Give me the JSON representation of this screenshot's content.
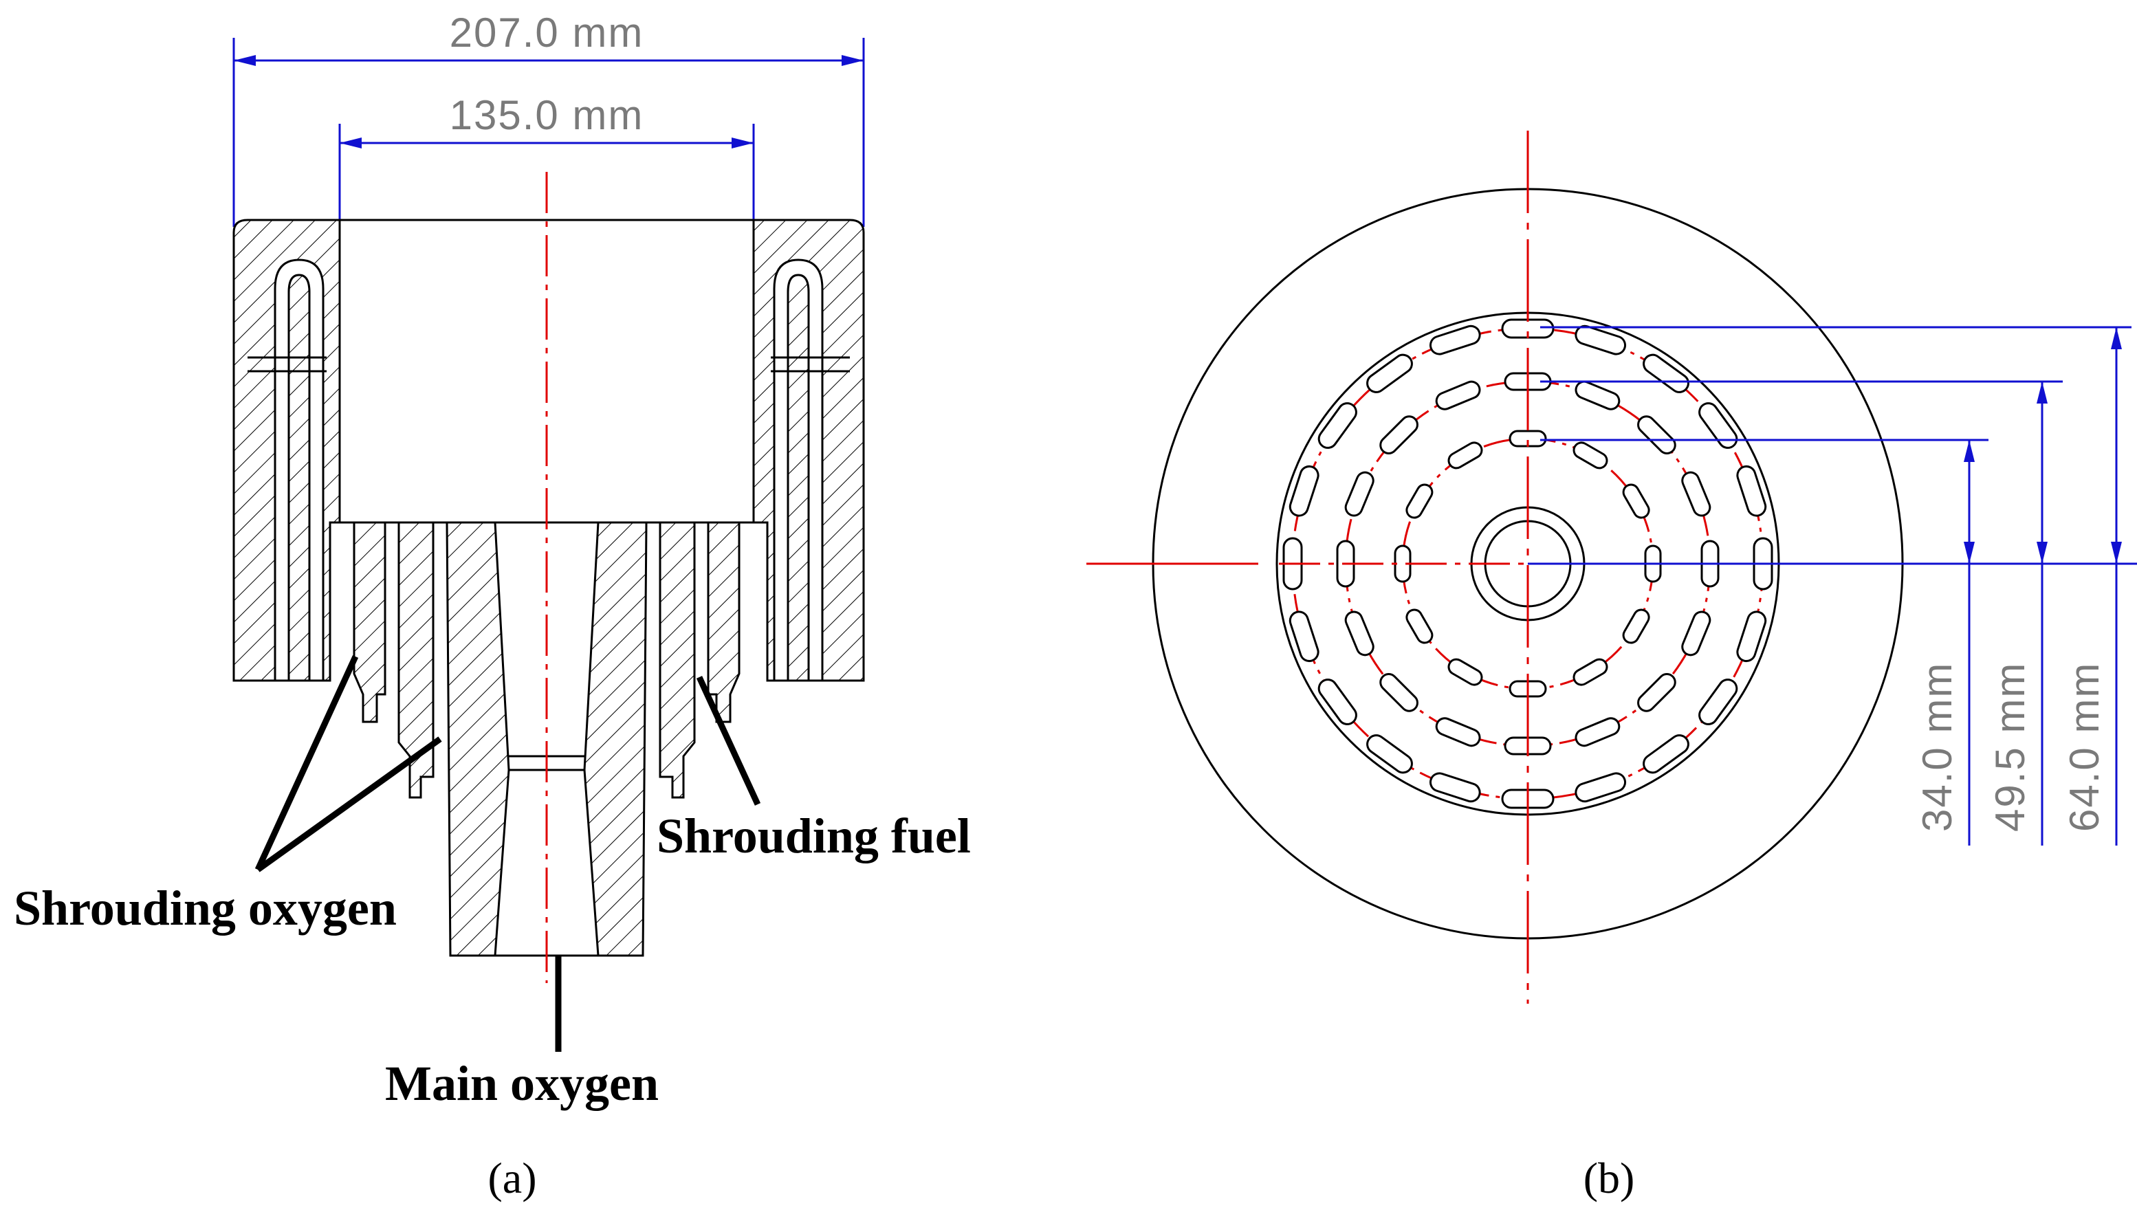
{
  "panel_a": {
    "caption": "(a)",
    "dimensions": {
      "outer_width": "207.0  mm",
      "inner_width": "135.0  mm"
    },
    "labels": {
      "shroud_oxygen": "Shrouding oxygen",
      "shroud_fuel": "Shrouding fuel",
      "main_oxygen": "Main oxygen"
    }
  },
  "panel_b": {
    "caption": "(b)",
    "dimensions": {
      "r1": "34.0  mm",
      "r2": "49.5  mm",
      "r3": "64.0  mm"
    }
  },
  "colors": {
    "dimension_line": "#1010d0",
    "center_line": "#e00000",
    "outline": "#000000",
    "dim_text": "#7a7a7a"
  }
}
